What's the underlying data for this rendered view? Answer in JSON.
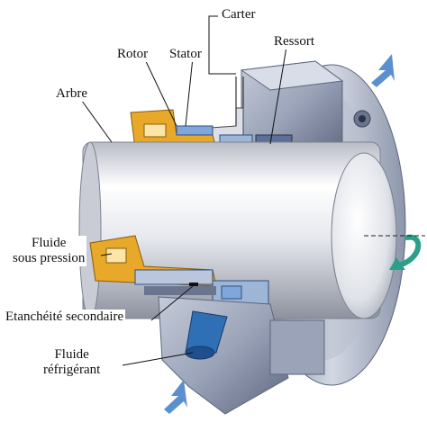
{
  "labels": {
    "carter": "Carter",
    "rotor": "Rotor",
    "stator": "Stator",
    "ressort": "Ressort",
    "arbre": "Arbre",
    "fluide_pression_line1": "Fluide",
    "fluide_pression_line2": "sous pression",
    "etancheite": "Etanchéité secondaire",
    "fluide_refrigerant_line1": "Fluide",
    "fluide_refrigerant_line2": "réfrigérant"
  },
  "colors": {
    "shaft": "#d9dbe0",
    "housing": "#9aa3b8",
    "housing_dark": "#6b7590",
    "seal_gold": "#e8a92a",
    "coolant_blue": "#2f6fb5",
    "flow_arrow": "#5a8fd0",
    "rotation_arrow": "#2aa08a"
  }
}
